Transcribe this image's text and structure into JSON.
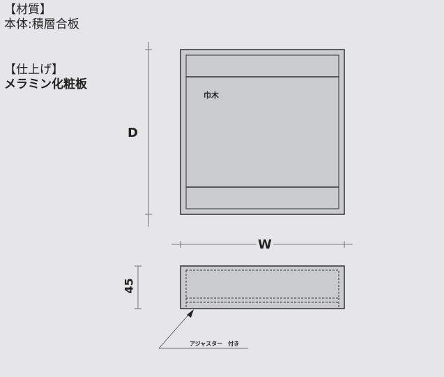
{
  "specs": {
    "material_heading": "【材質】",
    "material_value": "本体:積層合板",
    "finish_heading": "【仕上げ】",
    "finish_value": "メラミン化粧板"
  },
  "diagram": {
    "plinth_label": "巾木",
    "depth_label": "D",
    "width_label": "W",
    "height_label": "45",
    "adjuster_label": "アジャスター　付き",
    "colors": {
      "panel": "#c9cbcd",
      "stroke": "#333333",
      "background": "#e6e5e8"
    }
  }
}
